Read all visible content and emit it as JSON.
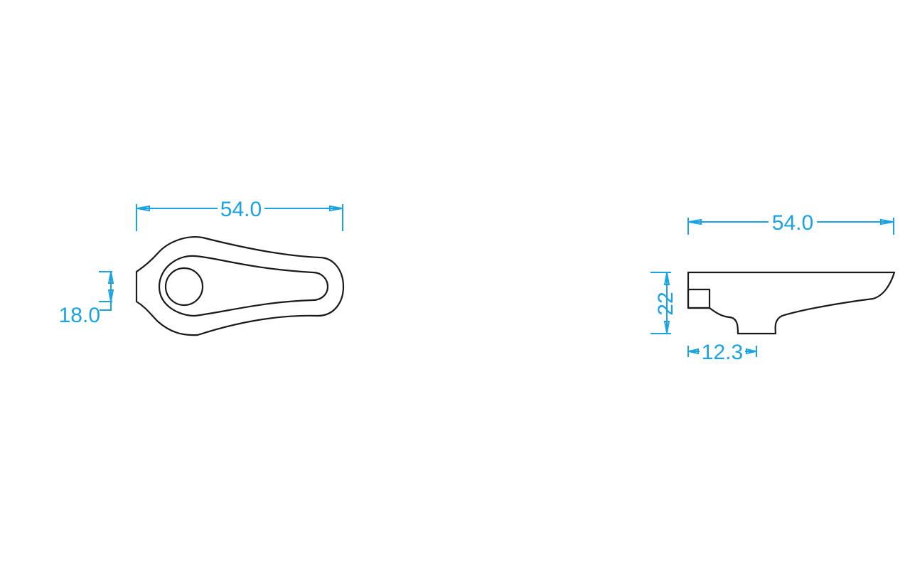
{
  "drawing": {
    "colors": {
      "outline": "#1a1a1a",
      "dimension": "#1aa3e0",
      "background": "#ffffff"
    },
    "top_view": {
      "length_label": "54.0",
      "width_label": "18.0"
    },
    "side_view": {
      "length_label": "54.0",
      "height_label": "22",
      "offset_label": "12.3"
    }
  }
}
